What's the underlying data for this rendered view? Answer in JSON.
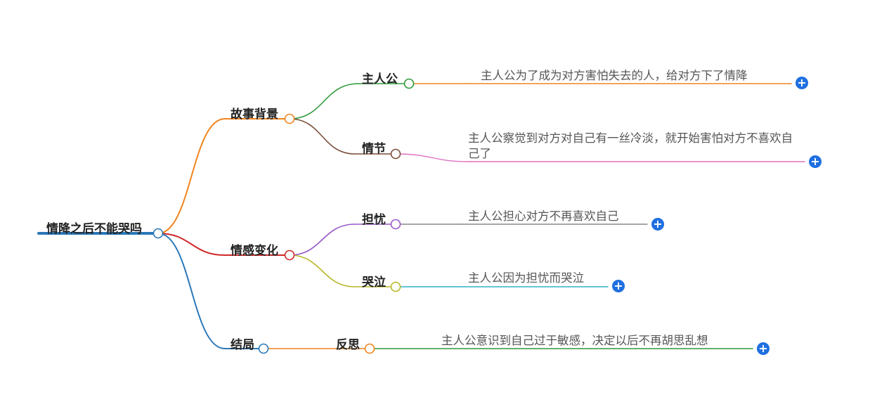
{
  "root": {
    "label": "情降之后不能哭吗"
  },
  "branches": [
    {
      "label": "故事背景",
      "color": "#f0841e",
      "children": [
        {
          "label": "主人公",
          "color": "#2e9a3a",
          "detail": "主人公为了成为对方害怕失去的人，给对方下了情降",
          "detail_color": "#f0841e"
        },
        {
          "label": "情节",
          "color": "#7a4d3a",
          "detail": "主人公察觉到对方对自己有一丝冷淡，就开始害怕对方不喜欢自己了",
          "detail_color": "#e070c0"
        }
      ]
    },
    {
      "label": "情感变化",
      "color": "#d0282a",
      "children": [
        {
          "label": "担忧",
          "color": "#9a5ac8",
          "detail": "主人公担心对方不再喜欢自己",
          "detail_color": "#888888"
        },
        {
          "label": "哭泣",
          "color": "#b8b828",
          "detail": "主人公因为担忧而哭泣",
          "detail_color": "#30b0c8"
        }
      ]
    },
    {
      "label": "结局",
      "color": "#2a78b8",
      "children": [
        {
          "label": "反思",
          "color": "#f0841e",
          "detail": "主人公意识到自己过于敏感，决定以后不再胡思乱想",
          "detail_color": "#2e9a3a"
        }
      ]
    }
  ],
  "root_color": "#2a78b8",
  "expand_icon": "plus-icon"
}
